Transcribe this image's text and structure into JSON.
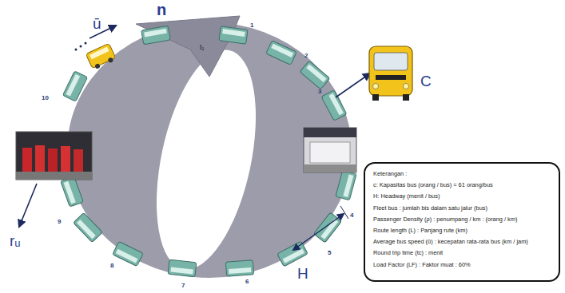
{
  "diagram": {
    "nodes": [
      {
        "text": [
          "Keterangan :",
          "c: Kapasitas bus (orang / bus) = 61 orang/bus",
          "H: Headway (menit / bus)",
          "Fleet bus : jumlah bis dalam satu jalur (bus)",
          "Passenger Density (ρ) : penumpang / km : (orang / km)",
          "Route length (L) : Panjang rute (km)",
          "Average bus speed (ū) : kecepatan rata-rata bus (km / jam)",
          "Round trip time (tc) : menit",
          "Load Factor (LF) : Faktor muat : 60%"
        ]
      }
    ],
    "labels": [
      "ū",
      "n",
      "t₁",
      "1",
      "2",
      "3",
      "C",
      "10",
      "4",
      "9",
      "5",
      "8",
      "7",
      "6",
      "rᵤ",
      "H"
    ]
  }
}
